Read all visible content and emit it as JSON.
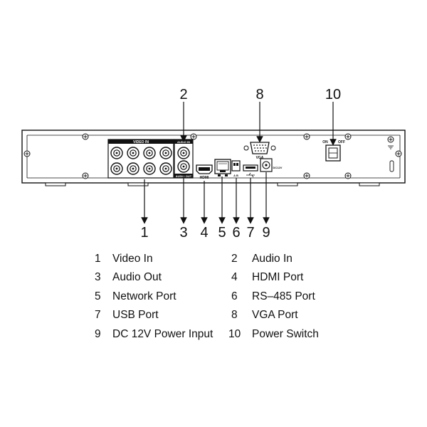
{
  "panel_labels": {
    "video_in": "VIDEO IN",
    "audio_in": "AUDIO IN",
    "audio_out": "AUDIO OUT",
    "hdmi": "HDMI",
    "vga": "VGA",
    "ab": "A B",
    "dc12v": "DC12V",
    "on": "ON",
    "off": "OFF"
  },
  "callouts": {
    "c1": "1",
    "c2": "2",
    "c3": "3",
    "c4": "4",
    "c5": "5",
    "c6": "6",
    "c7": "7",
    "c8": "8",
    "c9": "9",
    "c10": "10"
  },
  "legend": [
    {
      "num": "1",
      "label": "Video In"
    },
    {
      "num": "2",
      "label": "Audio In"
    },
    {
      "num": "3",
      "label": "Audio Out"
    },
    {
      "num": "4",
      "label": "HDMI Port"
    },
    {
      "num": "5",
      "label": "Network Port"
    },
    {
      "num": "6",
      "label": "RS–485 Port"
    },
    {
      "num": "7",
      "label": "USB Port"
    },
    {
      "num": "8",
      "label": "VGA Port"
    },
    {
      "num": "9",
      "label": "DC 12V Power Input"
    },
    {
      "num": "10",
      "label": "Power Switch"
    }
  ]
}
